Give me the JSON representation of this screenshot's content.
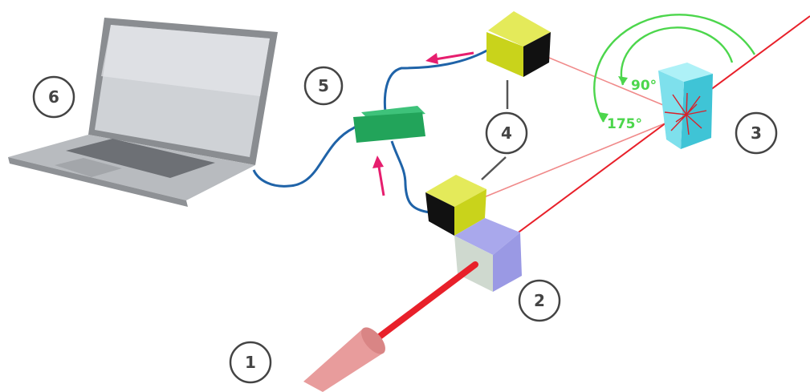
{
  "components": {
    "laser": {
      "number": "1"
    },
    "beam_splitter": {
      "number": "2"
    },
    "sample_cuvette": {
      "number": "3"
    },
    "detectors": {
      "number": "4"
    },
    "correlator": {
      "number": "5"
    },
    "computer": {
      "number": "6"
    }
  },
  "angles": {
    "side": {
      "label": "90°"
    },
    "back": {
      "label": "175°"
    }
  },
  "colors": {
    "laser_beam": "#e8202a",
    "scatter_beam": "#f08a8a",
    "fiber_cable": "#1f63a8",
    "flow_arrow": "#e61e6e",
    "angle_arc": "#4cd64c",
    "detector_face": "#c9d31b",
    "correlator_body": "#22a45a",
    "cuvette": "#5fd6e6",
    "splitter_cube": "#a9a8ec",
    "laser_body": "#e89c9c",
    "label_circle_stroke": "#444444"
  }
}
